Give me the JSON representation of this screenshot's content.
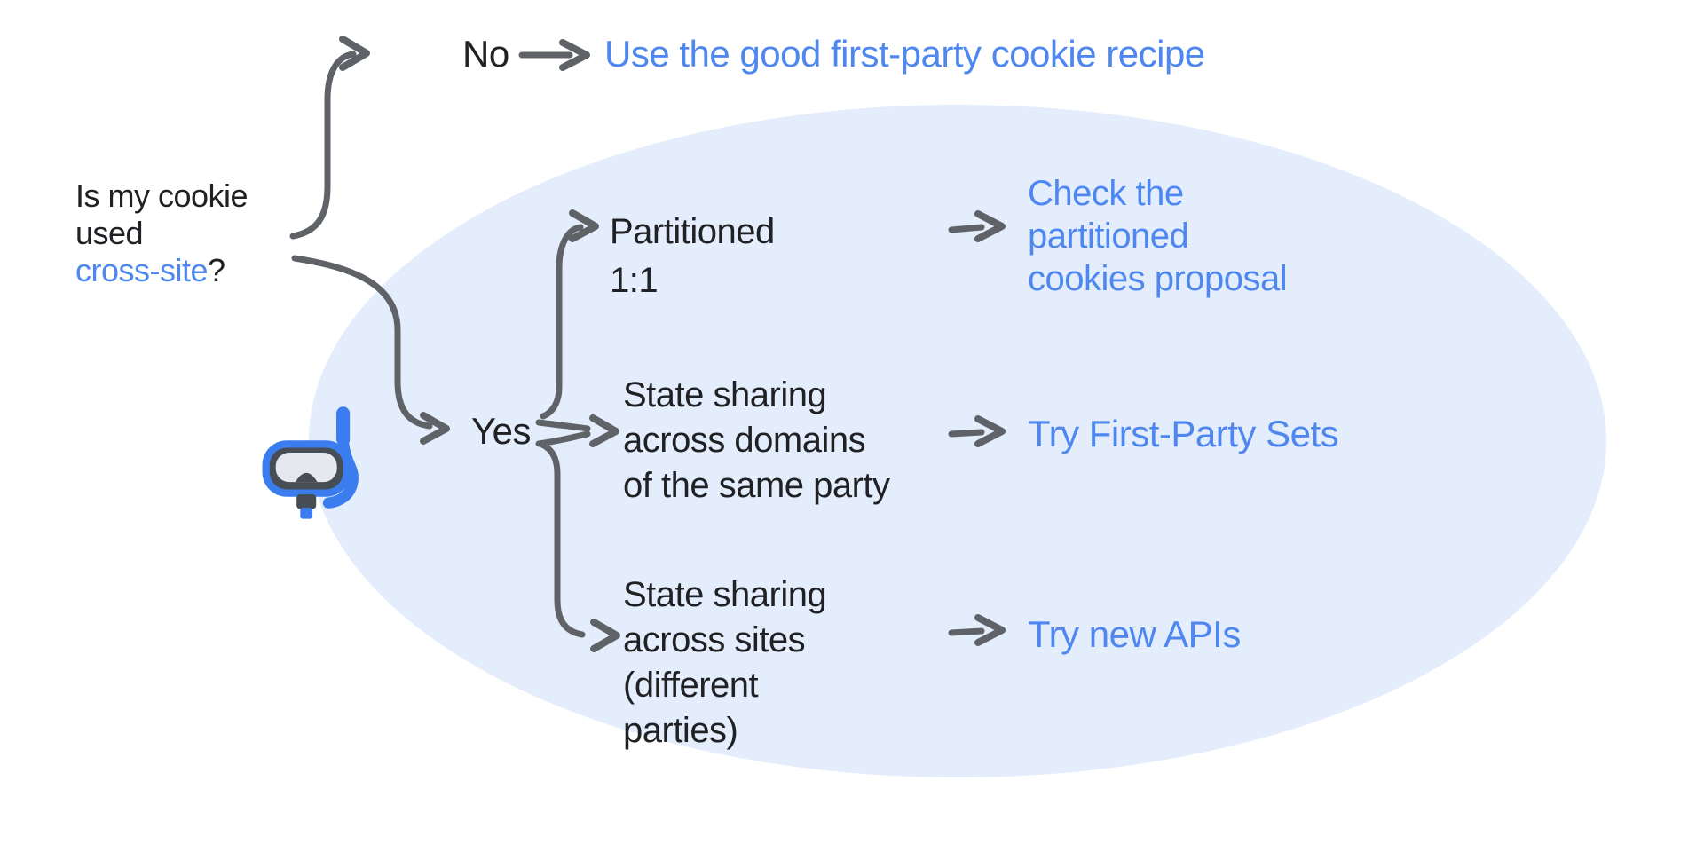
{
  "title": "Cookie cross-site decision flowchart",
  "colors": {
    "background": "#FFFFFF",
    "text_dark": "#202124",
    "link_blue": "#4F87F0",
    "arrow_gray": "#5F6368",
    "yes_group_fill": "#E4EDFB"
  },
  "question": {
    "line1": "Is my cookie",
    "line2": "used",
    "highlight": "cross-site",
    "suffix": "?"
  },
  "no_branch": {
    "label": "No",
    "result": "Use the good first-party cookie recipe"
  },
  "yes_branch": {
    "label": "Yes",
    "options": [
      {
        "condition_lines": [
          "Partitioned",
          "1:1"
        ],
        "result_lines": [
          "Check the",
          "partitioned",
          "cookies proposal"
        ]
      },
      {
        "condition_lines": [
          "State sharing",
          "across domains",
          "of the same party"
        ],
        "result_lines": [
          "Try First-Party Sets"
        ]
      },
      {
        "condition_lines": [
          "State sharing",
          "across sites",
          "(different",
          "parties)"
        ],
        "result_lines": [
          "Try new APIs"
        ]
      }
    ]
  },
  "icons": {
    "diving_mask": "diving-mask-icon"
  }
}
